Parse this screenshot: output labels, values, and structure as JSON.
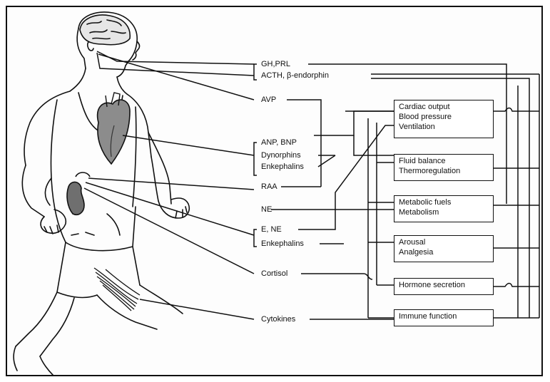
{
  "signals": {
    "gh_prl": "GH,PRL",
    "acth": "ACTH, β-endorphin",
    "avp": "AVP",
    "anp_bnp": "ANP, BNP",
    "dynorphins": "Dynorphins",
    "enkephalins_1": "Enkephalins",
    "raa": "RAA",
    "ne": "NE",
    "e_ne": "E, NE",
    "enkephalins_2": "Enkephalins",
    "cortisol": "Cortisol",
    "cytokines": "Cytokines"
  },
  "effects": {
    "cardio": [
      "Cardiac output",
      "Blood pressure",
      "Ventilation"
    ],
    "fluid": [
      "Fluid balance",
      "Thermoregulation"
    ],
    "metabolic": [
      "Metabolic fuels",
      "Metabolism"
    ],
    "arousal": [
      "Arousal",
      "Analgesia"
    ],
    "hormone": [
      "Hormone secretion"
    ],
    "immune": [
      "Immune function"
    ]
  },
  "icons": {
    "figure": "running-human-figure-icon",
    "brain": "brain-icon",
    "heart": "heart-icon",
    "kidney": "kidney-adrenal-icon",
    "muscle": "thigh-muscle-icon"
  }
}
